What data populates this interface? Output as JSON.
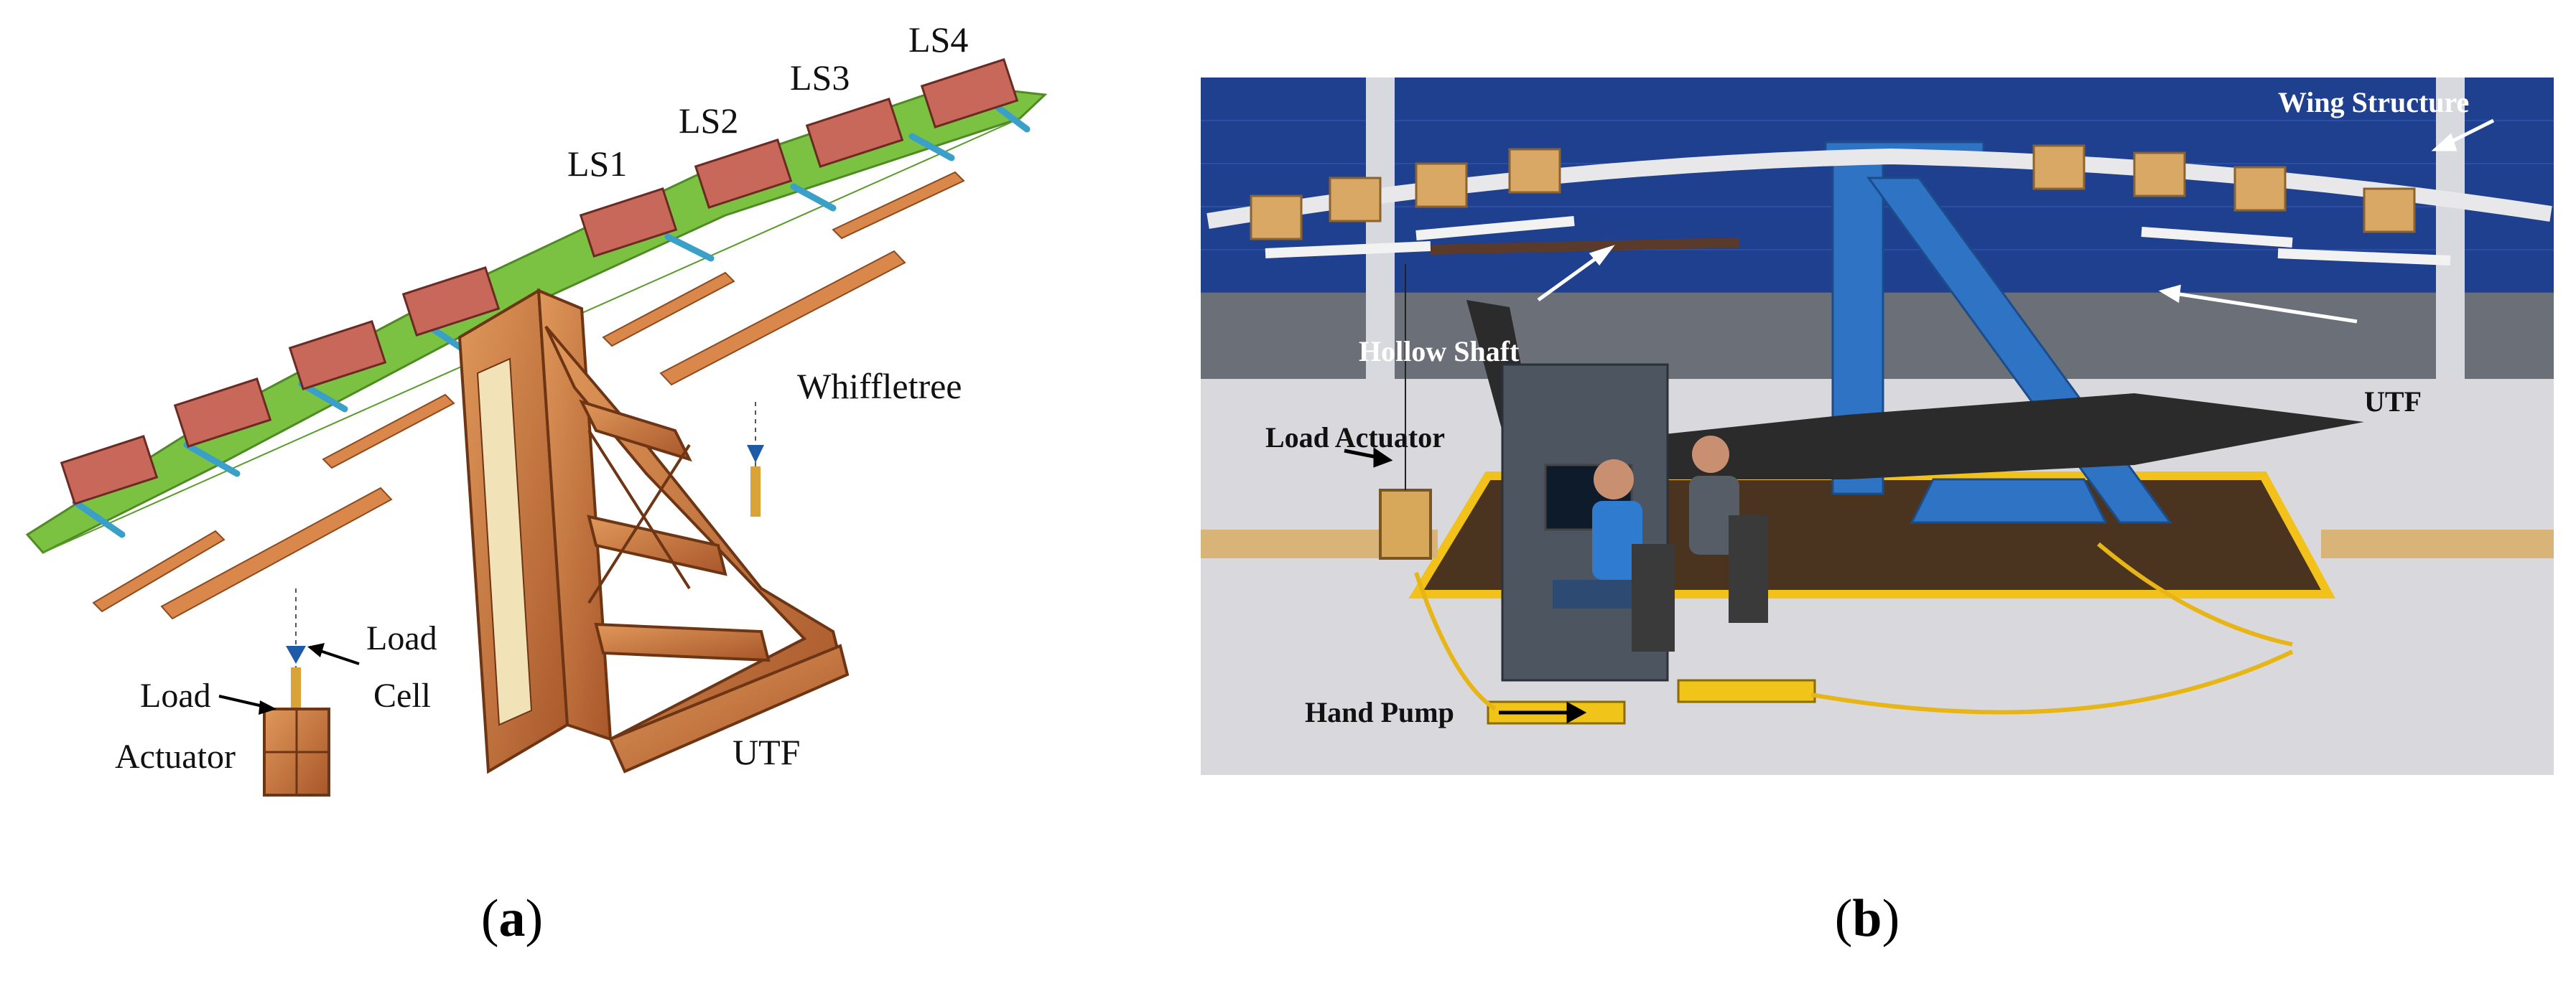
{
  "panel_a": {
    "labels": {
      "ls1": "LS1",
      "ls2": "LS2",
      "ls3": "LS3",
      "ls4": "LS4",
      "whiffletree": "Whiffletree",
      "load_cell_line1": "Load",
      "load_cell_line2": "Cell",
      "load_actuator_line1": "Load",
      "load_actuator_line2": "Actuator",
      "utf": "UTF"
    }
  },
  "panel_b": {
    "labels": {
      "wing_structure": "Wing Structure",
      "hollow_shaft": "Hollow Shaft",
      "load_actuator": "Load Actuator",
      "utf": "UTF",
      "hand_pump": "Hand Pump"
    }
  },
  "captions": {
    "a_open": "(",
    "a_letter": "a",
    "a_close": ")",
    "b_open": "(",
    "b_letter": "b",
    "b_close": ")"
  },
  "colors": {
    "wing_green": "#7cc242",
    "brick": "#c8685a",
    "frame_wood": "#c9793a",
    "steel_blue": "#2f73c4",
    "wall_blue": "#1f3f8f",
    "floor": "#d9d9dd"
  }
}
